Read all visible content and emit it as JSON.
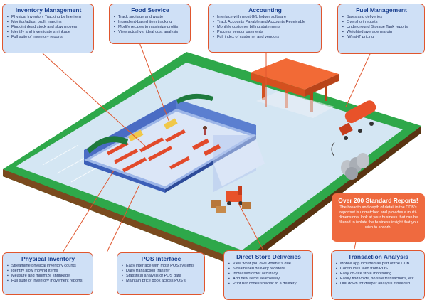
{
  "boxes": {
    "inventory_management": {
      "title": "Inventory Management",
      "items": [
        "Physical Inventory Tracking by line item",
        "Monitor/adjust profit margins",
        "Pinpoint dead stock and slow movers",
        "Identify and investigate shrinkage",
        "Full suite of inventory reports"
      ]
    },
    "food_service": {
      "title": "Food Service",
      "items": [
        "Track spoilage and waste",
        "Ingredient-based item tracking",
        "Modify recipes to maximize profits",
        "View actual vs. ideal cost analysis"
      ]
    },
    "accounting": {
      "title": "Accounting",
      "items": [
        "Interface with most G/L ledger software",
        "Track Accounts Payable and Accounts Receivable",
        "Monthly customer billing statements",
        "Process vendor payments",
        "Full index of customer and vendors"
      ]
    },
    "fuel_management": {
      "title": "Fuel Management",
      "items": [
        "Sales and deliveries",
        "Overshort reports",
        "Underground Storage Tank reports",
        "Weighted average margin",
        "‘What-if’ pricing"
      ]
    },
    "physical_inventory": {
      "title": "Physical Inventory",
      "items": [
        "Streamline physical inventory counts",
        "Identify slow moving items",
        "Measure and minimize shrinkage",
        "Full suite of inventory movement reports"
      ]
    },
    "pos_interface": {
      "title": "POS Interface",
      "items": [
        "Easy interface with most POS systems",
        "Daily transaction transfer",
        "Statistical analysis of POS data",
        "Maintain price book across POS's"
      ]
    },
    "direct_store_deliveries": {
      "title": "Direct Store Deliveries",
      "items": [
        "View what you owe when it's due",
        "Streamlined delivery reorders",
        "Increased order accuracy",
        "Add new items seamlessly",
        "Print bar codes specific to a delivery"
      ]
    },
    "transaction_analysis": {
      "title": "Transaction Analysis",
      "items": [
        "Mobile app included as part of the CDB",
        "Continuous feed from POS",
        "Easy off-site store monitoring",
        "Easily find voids, no sale transactions, etc.",
        "Drill down for deeper analysis if needed"
      ]
    }
  },
  "promo": {
    "title": "Over 200 Standard Reports!",
    "body": "The breadth and depth of detail in the CDB's reportset is unmatched and provides a multi-dimensional look at your business that can be filtered to isolate the business insight that you wish to absorb."
  },
  "colors": {
    "box_fill": "#cfe0f6",
    "box_border": "#e0562e",
    "title_text": "#1a3f8e",
    "connector": "#e0562e",
    "promo_fill": "#ef6a3f",
    "grass": "#2ea84a",
    "lot": "#cfe3f1",
    "store_wall": "#5b7fd0",
    "canopy": "#f26a36",
    "truck": "#e8522a"
  }
}
